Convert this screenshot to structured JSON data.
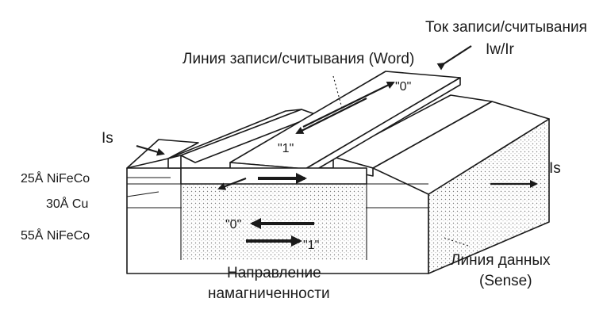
{
  "labels": {
    "current_title": "Ток записи/считывания",
    "current_symbol": "Iw/Ir",
    "word_line": "Линия записи/считывания  (Word)",
    "bit_zero_top": "\"0\"",
    "bit_one_top": "\"1\"",
    "is_left": "Is",
    "is_right": "Is",
    "layer_top": "25Å  NiFeCo",
    "layer_mid": "30Å  Cu",
    "layer_bottom": "55Å  NiFeCo",
    "bit_zero_layer": "\"0\"",
    "bit_one_layer": "\"1\"",
    "magnetization_line1": "Направление",
    "magnetization_line2": "намагниченности",
    "sense_line1": "Линия данных",
    "sense_line2": "(Sense)"
  }
}
